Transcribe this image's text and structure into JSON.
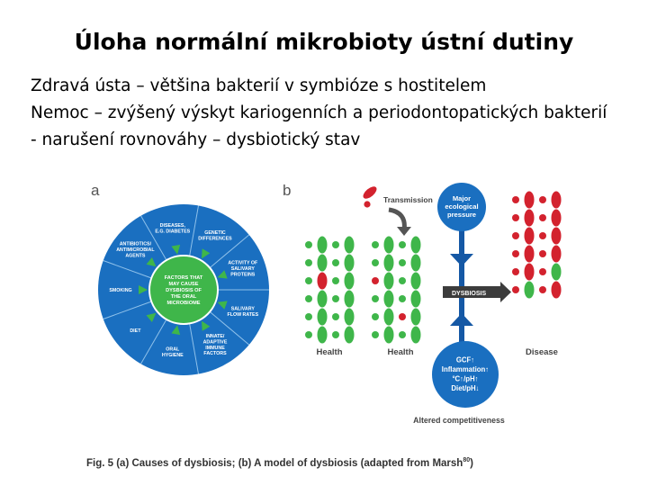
{
  "slide": {
    "title": "Úloha normální mikrobioty ústní dutiny",
    "lines": [
      "Zdravá ústa – většina bakterií v symbióze s hostitelem",
      "Nemoc – zvýšený výskyt kariogenních a periodontopatických bakterií",
      "- narušení rovnováhy – dysbiotický stav"
    ]
  },
  "figure": {
    "panel_a_letter": "a",
    "panel_b_letter": "b",
    "center_lines": [
      "FACTORS THAT",
      "MAY CAUSE",
      "DYSBIOSIS OF",
      "THE ORAL",
      "MICROBIOME"
    ],
    "segments": [
      {
        "lines": [
          "DISEASES,",
          "E.G. DIABETES"
        ]
      },
      {
        "lines": [
          "GENETIC",
          "DIFFERENCES"
        ]
      },
      {
        "lines": [
          "ACTIVITY OF",
          "SALIVARY",
          "PROTEINS"
        ]
      },
      {
        "lines": [
          "SALIVARY",
          "FLOW RATES"
        ]
      },
      {
        "lines": [
          "INNATE/",
          "ADAPTIVE",
          "IMMUNE",
          "FACTORS"
        ]
      },
      {
        "lines": [
          "ORAL",
          "HYGIENE"
        ]
      },
      {
        "lines": [
          "DIET"
        ]
      },
      {
        "lines": [
          "SMOKING"
        ]
      },
      {
        "lines": [
          "ANTIBIOTICS/",
          "ANTIMICROBIAL",
          "AGENTS"
        ]
      }
    ],
    "transmission": "Transmission",
    "major_pressure": [
      "Major",
      "ecological",
      "pressure"
    ],
    "dysbiosis": "DYSBIOSIS",
    "health_1": "Health",
    "health_2": "Health",
    "disease": "Disease",
    "gcf_lines": [
      "GCF↑",
      "Inflammation↑",
      "°C↑/pH↑",
      "Diet/pH↓"
    ],
    "altered": "Altered competitiveness",
    "caption_main": "Fig. 5  (a) Causes of dysbiosis; (b) A model of dysbiosis (adapted from Marsh",
    "caption_sup": "80",
    "caption_end": ")",
    "colors": {
      "blue": "#1a6fc0",
      "dark_blue": "#1558a5",
      "green": "#3fb64a",
      "red": "#d3222e",
      "ring_line": "#8fc1ea"
    }
  }
}
